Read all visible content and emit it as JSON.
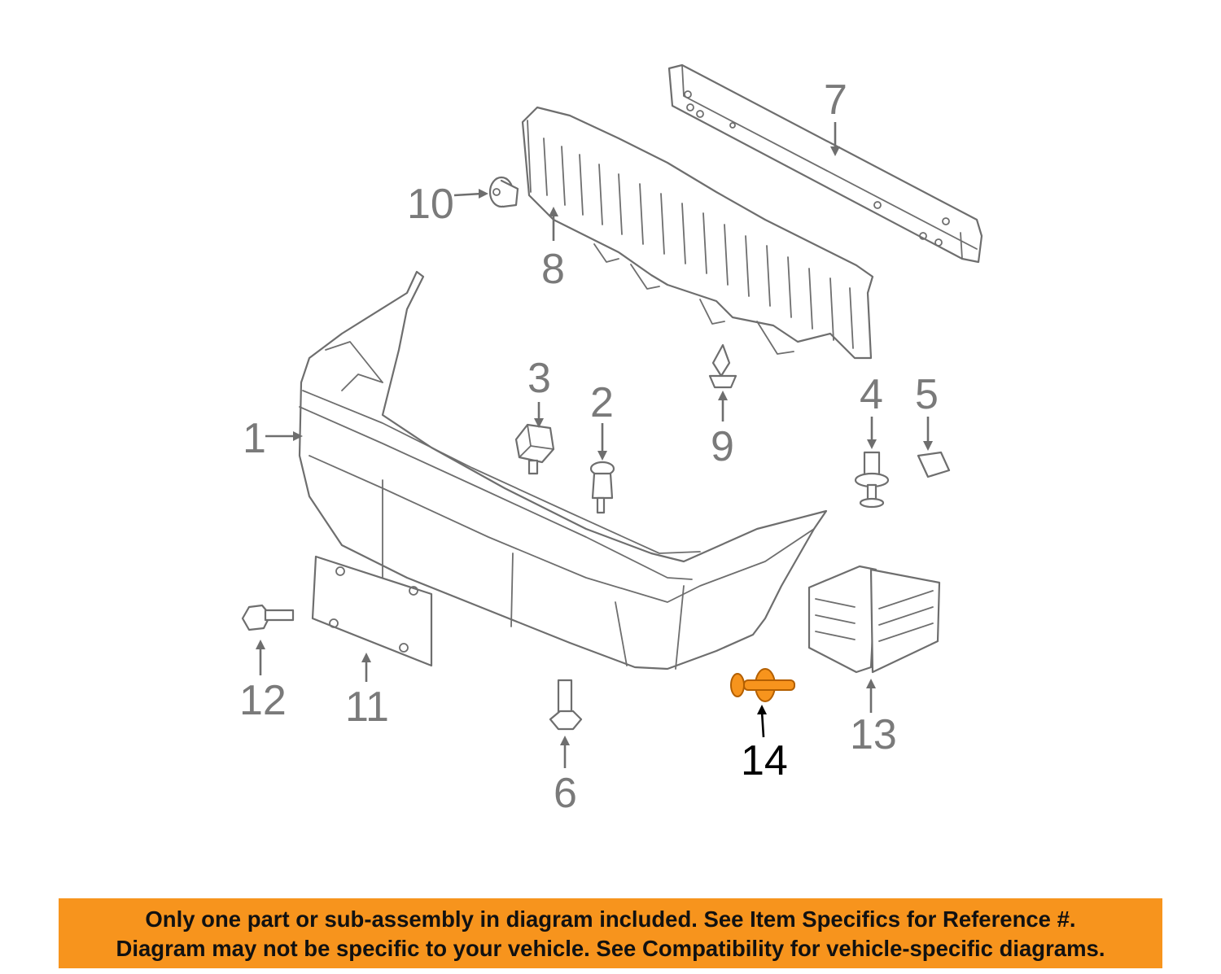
{
  "diagram": {
    "callouts": [
      "1",
      "2",
      "3",
      "4",
      "5",
      "6",
      "7",
      "8",
      "9",
      "10",
      "11",
      "12",
      "13",
      "14"
    ],
    "highlighted_callout": "14",
    "highlight_color": "#f7941d",
    "line_color": "#6e6e6e"
  },
  "disclaimer": {
    "line1": "Only one part or sub-assembly in diagram included. See Item Specifics for Reference #.",
    "line2": "Diagram may not be specific to your vehicle. See Compatibility for vehicle-specific diagrams.",
    "background": "#f7941d"
  }
}
